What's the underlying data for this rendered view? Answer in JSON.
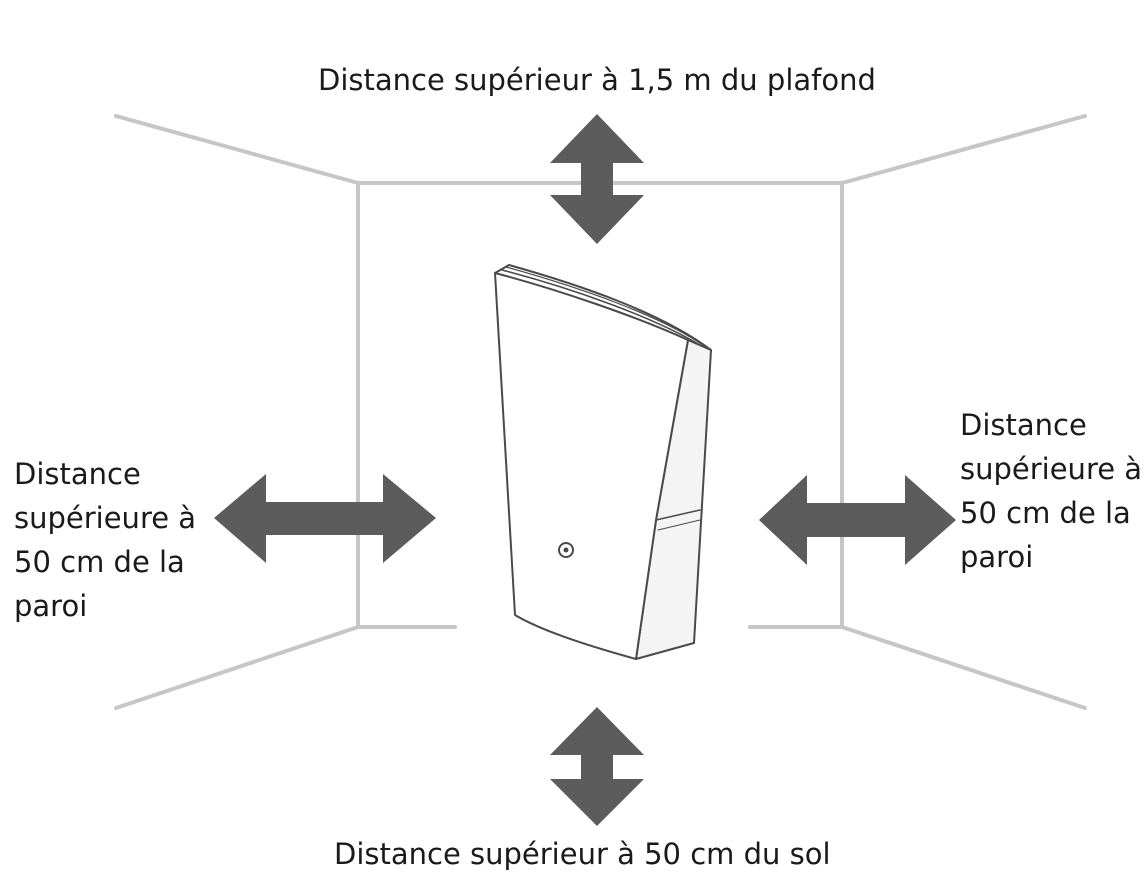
{
  "labels": {
    "top": "Distance supérieur à 1,5 m du plafond",
    "bottom": "Distance supérieur à 50 cm du sol",
    "left": [
      "Distance",
      "supérieure à",
      "50 cm de la",
      "paroi"
    ],
    "right": [
      "Distance",
      "supérieure à",
      "50 cm de la",
      "paroi"
    ]
  },
  "colors": {
    "wall_lines": "#c6c6c6",
    "arrows": "#5c5c5c",
    "device_outline": "#4a4a4a",
    "text": "#1a1a1a"
  },
  "icons": {
    "device": "router-device-icon",
    "arrows": "double-headed-arrow-icon"
  }
}
